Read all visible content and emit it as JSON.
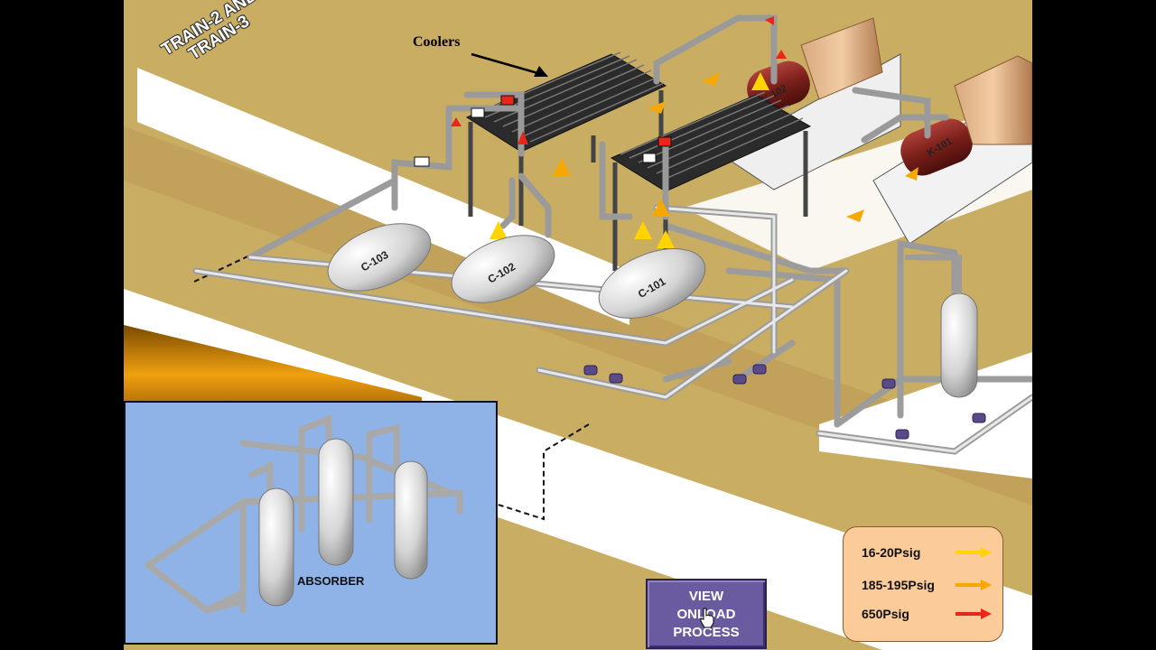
{
  "labels": {
    "coolers": "Coolers",
    "train": "TRAIN-2 AND TRAIN-3",
    "absorber": "ABSORBER",
    "tanks": [
      "C-103",
      "C-102",
      "C-101"
    ],
    "compressors": [
      "K-102",
      "K-101"
    ]
  },
  "legend": {
    "items": [
      {
        "label": "16-20Psig",
        "color": "#ffd400"
      },
      {
        "label": "185-195Psig",
        "color": "#f7a800"
      },
      {
        "label": "650Psig",
        "color": "#e8261a"
      }
    ]
  },
  "button": {
    "label": "VIEW ONLOAD PROCESS"
  },
  "colors": {
    "floor": "#c9ad63",
    "walkway": "#ffffff",
    "inset_bg": "#8fb3e6",
    "button": "#6a5aa0"
  }
}
